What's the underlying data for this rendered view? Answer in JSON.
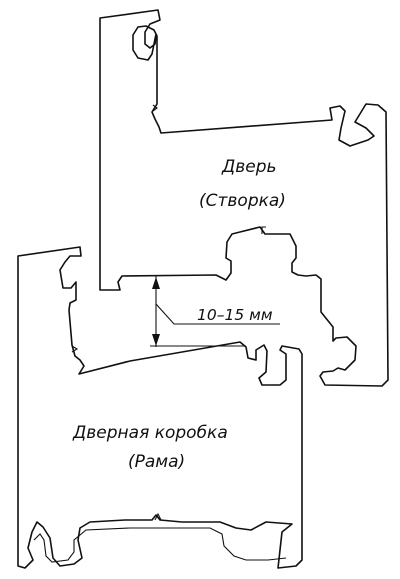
{
  "labels": {
    "door_line1": "Дверь",
    "door_line2": "(Створка)",
    "frame_line1": "Дверная коробка",
    "frame_line2": "(Рама)",
    "gap": "10–15 мм"
  },
  "colors": {
    "stroke": "#111111",
    "background": "#ffffff"
  }
}
